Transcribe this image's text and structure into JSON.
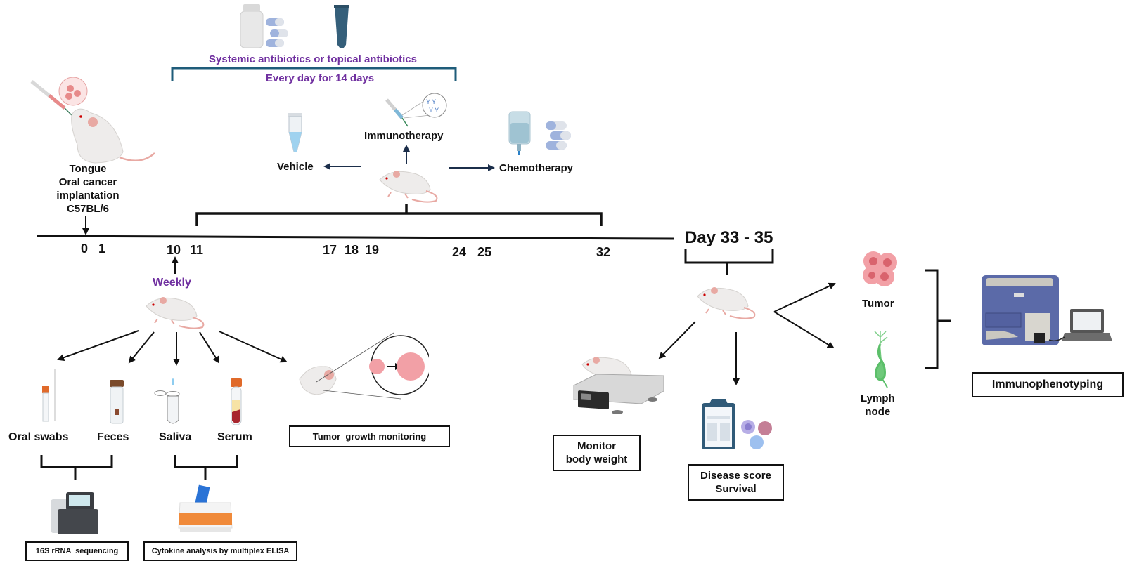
{
  "antibiotics": {
    "title": "Systemic antibiotics or topical antibiotics",
    "schedule": "Every day for 14 days"
  },
  "implantation": {
    "lines": [
      "Tongue",
      "Oral cancer",
      "implantation",
      "C57BL/6"
    ]
  },
  "treatments": {
    "vehicle": "Vehicle",
    "immunotherapy": "Immunotherapy",
    "chemotherapy": "Chemotherapy"
  },
  "timeline": {
    "ticks": [
      "0",
      "1",
      "10",
      "11",
      "17",
      "18",
      "19",
      "24",
      "25",
      "32"
    ],
    "endpoint": "Day 33 - 35"
  },
  "weekly": {
    "label": "Weekly",
    "samples": [
      "Oral swabs",
      "Feces",
      "Saliva",
      "Serum"
    ],
    "tumor_monitoring": "Tumor  growth monitoring",
    "sequencing": "16S rRNA  sequencing",
    "cytokine": "Cytokine analysis by multiplex ELISA"
  },
  "endpoint": {
    "body_weight": [
      "Monitor",
      "body weight"
    ],
    "disease": [
      "Disease score",
      "Survival"
    ],
    "tumor": "Tumor",
    "lymph": [
      "Lymph",
      "node"
    ],
    "immunophenotyping": "Immunophenotyping"
  },
  "colors": {
    "accent_purple": "#7030a0",
    "bracket_teal": "#1f5c7a",
    "mouse_body": "#eeeceb",
    "mouse_pink": "#e8a9a3"
  }
}
